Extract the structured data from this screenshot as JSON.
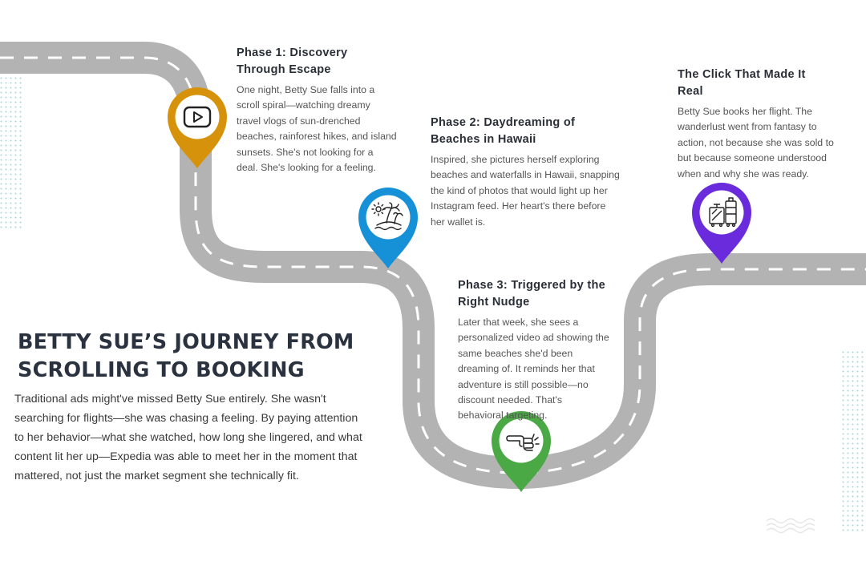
{
  "colors": {
    "road": "#b3b3b3",
    "lane": "#ffffff",
    "pin_1": "#d6920b",
    "pin_2": "#1691d8",
    "pin_3": "#4aa944",
    "pin_4": "#6a2bdd",
    "dots": "#7fc8d4"
  },
  "icons": [
    "play-button-icon",
    "palm-island-icon",
    "pointing-hand-icon",
    "luggage-icon"
  ],
  "phases": [
    {
      "title": "Phase 1: Discovery Through Escape",
      "body": "One night, Betty Sue falls into a scroll spiral—watching dreamy travel vlogs of sun-drenched beaches, rainforest hikes, and island sunsets. She's not looking for a deal. She's looking for a feeling."
    },
    {
      "title": "Phase 2: Daydreaming of Beaches in Hawaii",
      "body": "Inspired, she pictures herself exploring beaches and waterfalls in Hawaii, snapping the kind of photos that would light up her Instagram feed. Her heart's there before her wallet is."
    },
    {
      "title": "Phase 3: Triggered by the Right Nudge",
      "body": "Later that week, she sees a personalized video ad showing the same beaches she'd been dreaming of. It reminds her that adventure is still possible—no discount needed. That's behavioral targeting."
    },
    {
      "title": "The Click That Made It Real",
      "body": "Betty Sue books her flight. The wanderlust went from fantasy to action, not because she was sold to but because someone understood when and why she was ready."
    }
  ],
  "headline": {
    "line1": "BETTY SUE’S JOURNEY FROM",
    "line2": "SCROLLING TO BOOKING"
  },
  "intro": "Traditional ads might've missed Betty Sue entirely. She wasn't searching for flights—she was chasing a feeling. By paying attention to her behavior—what she watched, how long she lingered, and what content lit her up—Expedia was able to meet her in the moment that mattered, not just the market segment she technically fit."
}
